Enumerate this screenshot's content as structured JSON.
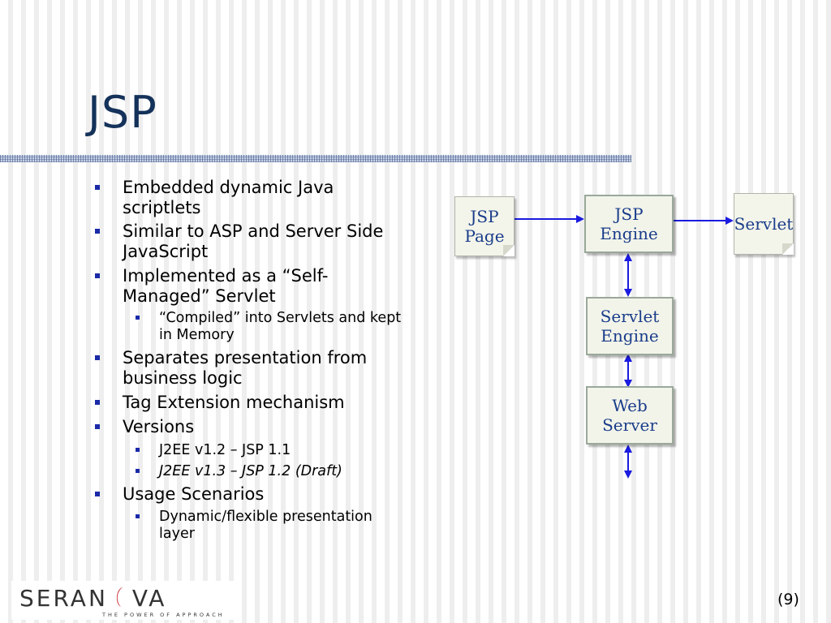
{
  "slide": {
    "title": "JSP",
    "page_number": "(9)"
  },
  "bullets": [
    {
      "level": 1,
      "lines": [
        "Embedded dynamic Java",
        "scriptlets"
      ]
    },
    {
      "level": 1,
      "lines": [
        "Similar to ASP and Server Side",
        "JavaScript"
      ]
    },
    {
      "level": 1,
      "lines": [
        "Implemented as a “Self-",
        "Managed” Servlet"
      ]
    },
    {
      "level": 2,
      "lines": [
        "“Compiled” into Servlets and kept",
        "in Memory"
      ]
    },
    {
      "level": 1,
      "lines": [
        "Separates presentation from",
        "business logic"
      ]
    },
    {
      "level": 1,
      "lines": [
        "Tag Extension mechanism"
      ]
    },
    {
      "level": 1,
      "lines": [
        "Versions"
      ]
    },
    {
      "level": 2,
      "lines": [
        "J2EE v1.2 – JSP 1.1"
      ]
    },
    {
      "level": 2,
      "lines": [
        "J2EE v1.3 – JSP 1.2 (Draft)"
      ],
      "italic": true
    },
    {
      "level": 1,
      "lines": [
        "Usage Scenarios"
      ]
    },
    {
      "level": 2,
      "lines": [
        "Dynamic/flexible presentation",
        "layer"
      ]
    }
  ],
  "diagram": {
    "jsp_page": [
      "JSP",
      "Page"
    ],
    "jsp_engine": [
      "JSP",
      "Engine"
    ],
    "servlet": [
      "Servlet"
    ],
    "servlet_engine": [
      "Servlet",
      "Engine"
    ],
    "web_server": [
      "Web",
      "Server"
    ]
  },
  "logo": {
    "name_left": "SERAN",
    "name_right": "VA",
    "tagline": "THE POWER OF APPROACH"
  },
  "colors": {
    "title": "#14325a",
    "bullet_marker": "#1a2aa8",
    "diagram_text": "#1a3d8a",
    "arrow": "#1a1ae0",
    "logo_accent": "#c8202a"
  }
}
